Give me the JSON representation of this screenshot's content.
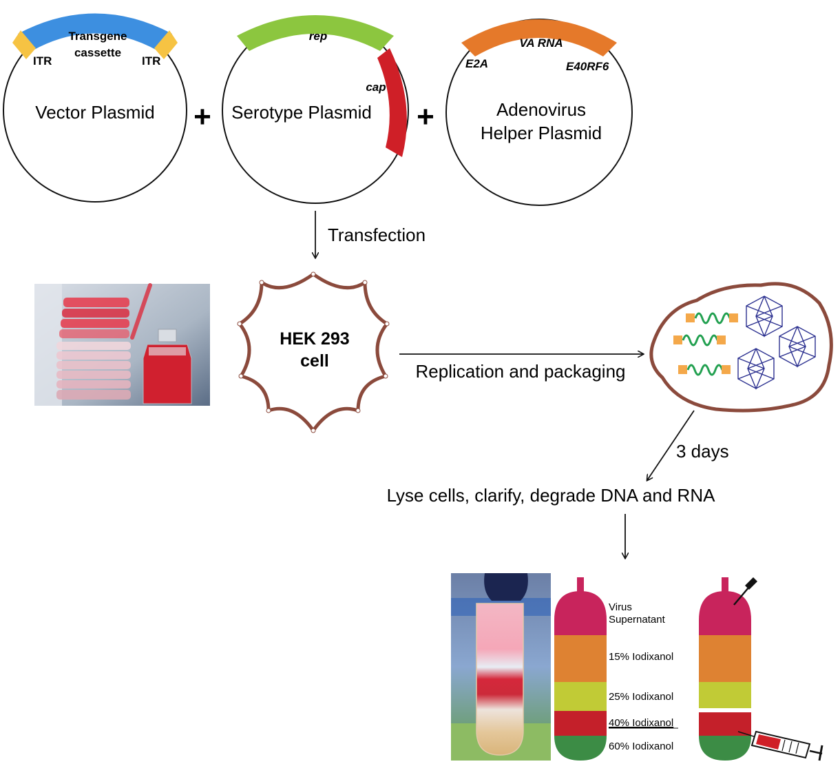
{
  "plasmids": {
    "vector": {
      "name": "Vector Plasmid",
      "cassette_line1": "Transgene",
      "cassette_line2": "cassette",
      "itr_left": "ITR",
      "itr_right": "ITR"
    },
    "serotype": {
      "name": "Serotype Plasmid",
      "rep": "rep",
      "cap": "cap"
    },
    "helper": {
      "name_line1": "Adenovirus",
      "name_line2": "Helper Plasmid",
      "va_rna": "VA RNA",
      "e2a": "E2A",
      "e4orf6": "E40RF6"
    },
    "plus": "+"
  },
  "steps": {
    "transfection": "Transfection",
    "cell_line1": "HEK 293",
    "cell_line2": "cell",
    "replication": "Replication and packaging",
    "days": "3 days",
    "lyse": "Lyse cells, clarify, degrade DNA and RNA"
  },
  "gradient": {
    "layers": [
      {
        "label_line1": "Virus",
        "label_line2": "Supernatant",
        "color": "#c8245c"
      },
      {
        "label_line1": "15% Iodixanol",
        "label_line2": "",
        "color": "#de8232"
      },
      {
        "label_line1": "25% Iodixanol",
        "label_line2": "",
        "color": "#c1cb36"
      },
      {
        "label_line1": "40% Iodixanol",
        "label_line2": "",
        "color": "#c4202a"
      },
      {
        "label_line1": "60% Iodixanol",
        "label_line2": "",
        "color": "#3c8c45"
      }
    ]
  },
  "colors": {
    "cassette": "#3d8fe0",
    "itr": "#f6c343",
    "rep": "#8cc63f",
    "cap": "#cf1f27",
    "helper_arc": "#e5792a",
    "cell_membrane": "#8b4a3c",
    "dna": "#22a050",
    "promoter": "#f4a84a",
    "capsid": "#2a2f8f"
  }
}
